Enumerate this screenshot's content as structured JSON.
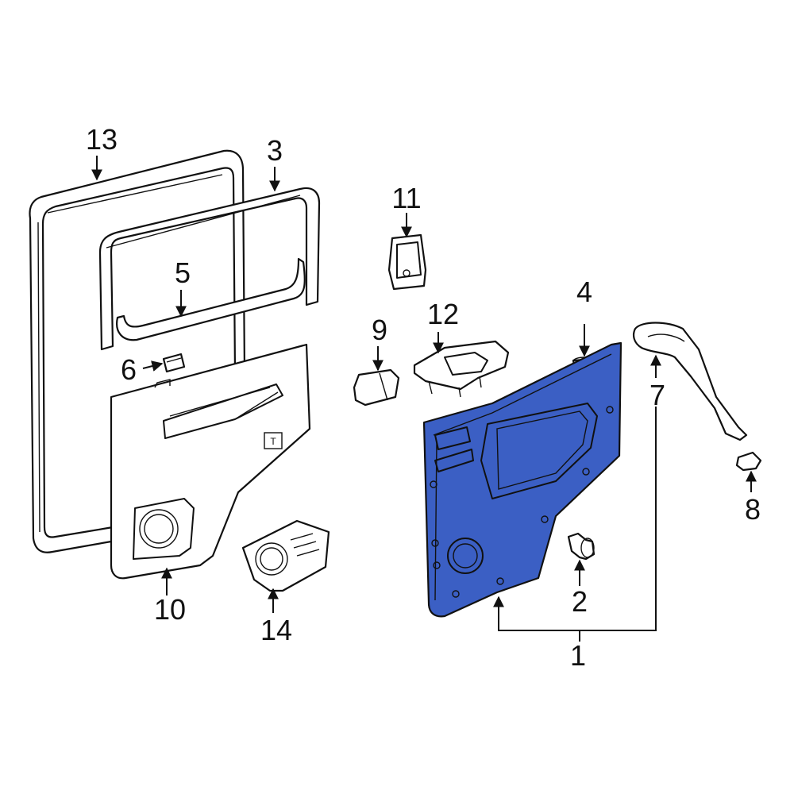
{
  "highlight_color": "#3b5fc4",
  "callouts": {
    "c1": "1",
    "c2": "2",
    "c3": "3",
    "c4": "4",
    "c5": "5",
    "c6": "6",
    "c7": "7",
    "c8": "8",
    "c9": "9",
    "c10": "10",
    "c11": "11",
    "c12": "12",
    "c13": "13",
    "c14": "14"
  },
  "panel_label_glyph": "T"
}
